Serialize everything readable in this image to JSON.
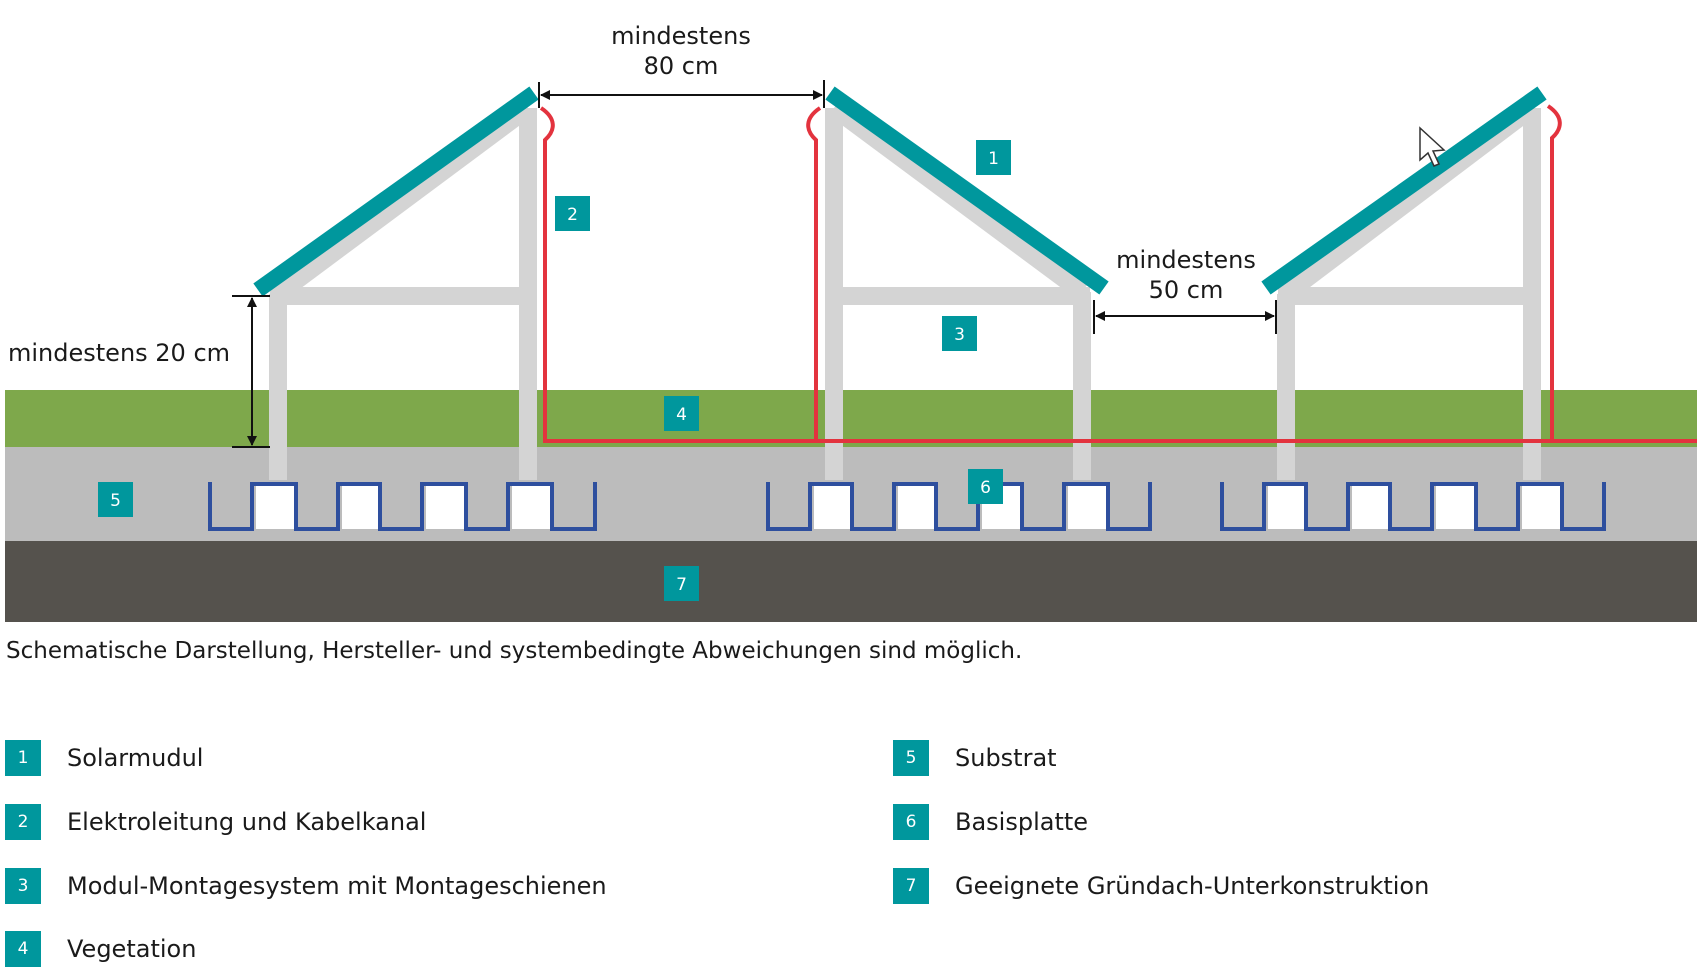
{
  "dimensions": {
    "top_gap": "mindestens\n80 cm",
    "side_gap": "mindestens\n50 cm",
    "height_gap": "mindestens 20 cm"
  },
  "badges": [
    "1",
    "2",
    "3",
    "4",
    "5",
    "6",
    "7"
  ],
  "caption": "Schematische Darstellung, Hersteller- und systembedingte Abweichungen sind möglich.",
  "legend": [
    {
      "num": "1",
      "label": "Solarmudul"
    },
    {
      "num": "2",
      "label": "Elektroleitung und Kabelkanal"
    },
    {
      "num": "3",
      "label": "Modul-Montagesystem mit Montageschienen"
    },
    {
      "num": "4",
      "label": "Vegetation"
    },
    {
      "num": "5",
      "label": "Substrat"
    },
    {
      "num": "6",
      "label": "Basisplatte"
    },
    {
      "num": "7",
      "label": "Geeignete Gründach-Unterkonstruktion"
    }
  ],
  "colors": {
    "panel": "#00979d",
    "frame": "#d4d4d4",
    "cable": "#e3333e",
    "vegetation": "#7ea84b",
    "substrate": "#bcbcbc",
    "base_roof": "#55524d",
    "baseplate": "#2e4f9e",
    "badge": "#00979d"
  }
}
